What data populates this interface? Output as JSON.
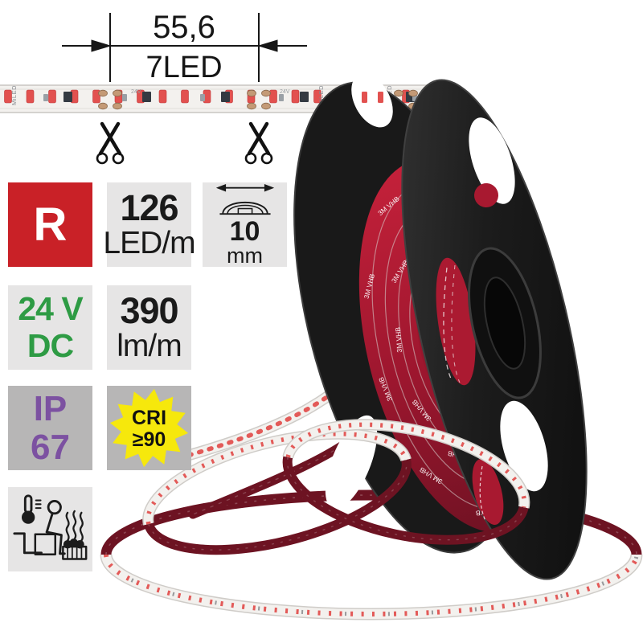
{
  "dimension": {
    "value": "55,6",
    "unit": "7LED"
  },
  "strip_marking": {
    "brand": "MiLED",
    "voltage": "24V"
  },
  "reel": {
    "tape_text": "3M VHB"
  },
  "badges": {
    "color_code": {
      "label": "R"
    },
    "density": {
      "value": "126",
      "unit": "LED/m"
    },
    "width": {
      "value": "10",
      "unit": "mm"
    },
    "supply": {
      "line1": "24 V",
      "line2": "DC"
    },
    "luminous_flux": {
      "value": "390",
      "unit": "lm/m"
    },
    "protection": {
      "line1": "IP",
      "line2": "67"
    },
    "cri": {
      "line1": "CRI",
      "line2": "≥90"
    },
    "sauna": {
      "icon": "sauna-suitable-icon"
    }
  },
  "colors": {
    "led_color_red": "#c92127",
    "badge_light": "#e6e5e5",
    "badge_dark": "#b7b6b6",
    "voltage_green": "#2e9b44",
    "ip_purple": "#7c51a1",
    "cri_yellow": "#f6e80c",
    "ink": "#161616",
    "tape_red": "#ab1a31",
    "backing_dark_red": "#6d1322",
    "led_chip": "#e2514f",
    "strip_face": "#f3f1ee"
  }
}
